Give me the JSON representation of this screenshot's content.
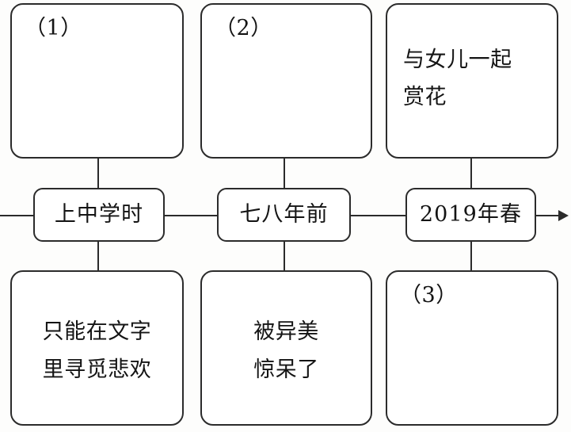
{
  "diagram": {
    "title": "时间线流程图",
    "orientation": "horizontal-timeline",
    "line_color": "#2b2b2b",
    "box_fill": "#ffffff"
  },
  "top_row": [
    {
      "id": "top-1",
      "label": "（1）",
      "kind": "blank-answer-box"
    },
    {
      "id": "top-2",
      "label": "（2）",
      "kind": "blank-answer-box"
    },
    {
      "id": "top-3",
      "label": "与女儿一起\n赏花",
      "kind": "content-box"
    }
  ],
  "timeline": [
    {
      "id": "stage-1",
      "label": "上中学时"
    },
    {
      "id": "stage-2",
      "label": "七八年前"
    },
    {
      "id": "stage-3",
      "label": "2019年春"
    }
  ],
  "bottom_row": [
    {
      "id": "bottom-1",
      "label": "只能在文字\n里寻觅悲欢",
      "kind": "content-box"
    },
    {
      "id": "bottom-2",
      "label": "被异美\n惊呆了",
      "kind": "content-box"
    },
    {
      "id": "bottom-3",
      "label": "（3）",
      "kind": "blank-answer-box"
    }
  ]
}
